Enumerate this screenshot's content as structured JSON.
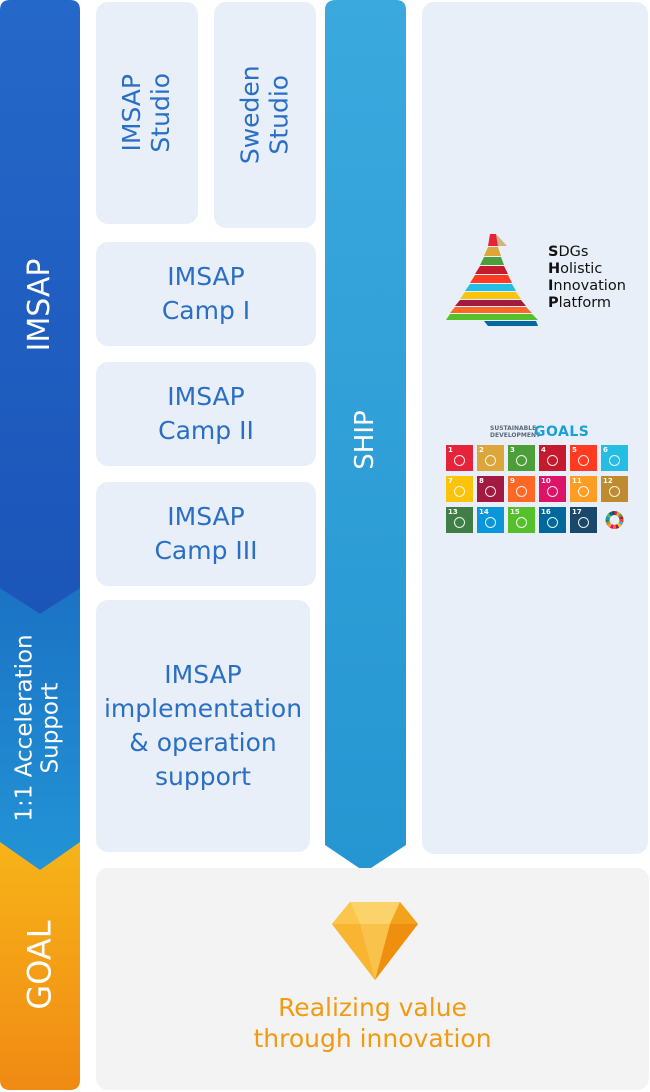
{
  "left_column": {
    "imsap_label": "IMSAP",
    "acceleration_label": "1:1 Acceleration\nSupport",
    "goal_label": "GOAL"
  },
  "studios": {
    "imsap_studio": "IMSAP\nStudio",
    "sweden_studio": "Sweden\nStudio"
  },
  "camps": [
    {
      "label": "IMSAP\nCamp I"
    },
    {
      "label": "IMSAP\nCamp II"
    },
    {
      "label": "IMSAP\nCamp III"
    }
  ],
  "implementation_box": "IMSAP\nimplementation\n& operation\nsupport",
  "ship": {
    "label": "SHIP",
    "logo_lines": [
      {
        "initial": "S",
        "rest": "DGs"
      },
      {
        "initial": "H",
        "rest": "olistic"
      },
      {
        "initial": "I",
        "rest": "nnovation"
      },
      {
        "initial": "P",
        "rest": "latform"
      }
    ]
  },
  "sdg": {
    "header_small": "SUSTAINABLE\nDEVELOPMENT",
    "header_big": "GOALS",
    "goals": [
      {
        "n": "1",
        "color": "#e5243b"
      },
      {
        "n": "2",
        "color": "#dda63a"
      },
      {
        "n": "3",
        "color": "#4c9f38"
      },
      {
        "n": "4",
        "color": "#c5192d"
      },
      {
        "n": "5",
        "color": "#ff3a21"
      },
      {
        "n": "6",
        "color": "#26bde2"
      },
      {
        "n": "7",
        "color": "#fcc30b"
      },
      {
        "n": "8",
        "color": "#a21942"
      },
      {
        "n": "9",
        "color": "#fd6925"
      },
      {
        "n": "10",
        "color": "#dd1367"
      },
      {
        "n": "11",
        "color": "#fd9d24"
      },
      {
        "n": "12",
        "color": "#bf8b2e"
      },
      {
        "n": "13",
        "color": "#3f7e44"
      },
      {
        "n": "14",
        "color": "#0a97d9"
      },
      {
        "n": "15",
        "color": "#56c02b"
      },
      {
        "n": "16",
        "color": "#00689d"
      },
      {
        "n": "17",
        "color": "#19486a"
      }
    ]
  },
  "goal": {
    "text": "Realizing value\nthrough innovation"
  },
  "colors": {
    "imsap_blue": "#1e5bbf",
    "acceleration_blue": "#1f87cc",
    "goal_orange": "#f39a16",
    "ship_blue": "#2ea0d8",
    "box_bg": "#e8eff8",
    "box_text": "#2a6fc4",
    "goal_text": "#f29a12"
  }
}
